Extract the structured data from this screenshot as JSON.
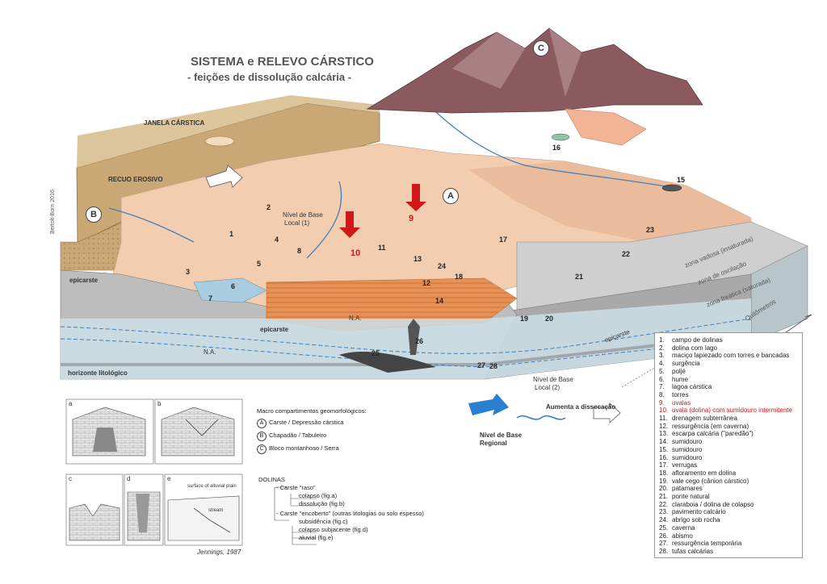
{
  "header": {
    "title": "SISTEMA e RELEVO CÁRSTICO",
    "subtitle": "- feições de dissolução calcária -"
  },
  "diagram_labels": {
    "janela": "JANELA CÁRSTICA",
    "recuo": "RECUO EROSIVO",
    "nivel_base_local_1a": "Nível de Base",
    "nivel_base_local_1b": "Local (1)",
    "epicarste1": "epicarste",
    "epicarste2": "epicarste",
    "epicarste3": "epicarste",
    "na1": "N.A.",
    "na2": "N.A.",
    "horizonte": "horizonte litológico",
    "nivel_base_local_2a": "Nível de Base",
    "nivel_base_local_2b": "Local (2)",
    "nivel_base_regional_a": "Nível de Base",
    "nivel_base_regional_b": "Regional",
    "aumenta": "Aumenta a dissecação",
    "zona_vadosa": "zona vadosa (insaturada)",
    "zona_oscilacao": "zona de oscilação",
    "zona_freatica": "zona freática (saturada)",
    "quilometros": "Quilômetros",
    "credit": "Bertolt-Born 2016",
    "circle_a": "A",
    "circle_b": "B",
    "circle_c": "C",
    "numbers": [
      "1",
      "2",
      "3",
      "4",
      "5",
      "6",
      "7",
      "8",
      "9",
      "10",
      "11",
      "12",
      "13",
      "14",
      "15",
      "16",
      "17",
      "18",
      "19",
      "20",
      "21",
      "22",
      "23",
      "24",
      "25",
      "26",
      "27",
      "28"
    ]
  },
  "legend": {
    "items": [
      {
        "n": "1.",
        "t": "campo de dolinas"
      },
      {
        "n": "2.",
        "t": "dolina com lago"
      },
      {
        "n": "3.",
        "t": "maciço lapiezado com torres e bancadas"
      },
      {
        "n": "4.",
        "t": "surgência"
      },
      {
        "n": "5.",
        "t": "poljé"
      },
      {
        "n": "6.",
        "t": "hume"
      },
      {
        "n": "7.",
        "t": "lagoa cárstica"
      },
      {
        "n": "8.",
        "t": "torres"
      },
      {
        "n": "9.",
        "t": "uvalas",
        "red": true
      },
      {
        "n": "10.",
        "t": "uvala (dolina) com sumidouro intermitente",
        "red": true
      },
      {
        "n": "11.",
        "t": "drenagem subterrânea"
      },
      {
        "n": "12.",
        "t": "ressurgência (em caverna)"
      },
      {
        "n": "13.",
        "t": "escarpa calcária (\"paredão\")"
      },
      {
        "n": "14.",
        "t": "sumidouro"
      },
      {
        "n": "15.",
        "t": "sumidouro"
      },
      {
        "n": "16.",
        "t": "sumidouro"
      },
      {
        "n": "17.",
        "t": "verrugas"
      },
      {
        "n": "18.",
        "t": "afloramento em dolina"
      },
      {
        "n": "19.",
        "t": "vale cego (cânion cárstico)"
      },
      {
        "n": "20.",
        "t": "patamares"
      },
      {
        "n": "21.",
        "t": "ponte natural"
      },
      {
        "n": "22.",
        "t": "claraboia / dolina de colapso"
      },
      {
        "n": "23.",
        "t": "pavimento calcário"
      },
      {
        "n": "24.",
        "t": "abrigo sob rocha"
      },
      {
        "n": "25.",
        "t": "caverna"
      },
      {
        "n": "26.",
        "t": "abismo"
      },
      {
        "n": "27.",
        "t": "ressurgência temporária"
      },
      {
        "n": "28.",
        "t": "tufas calcárias"
      }
    ]
  },
  "macro": {
    "title": "Macro compartimentos geomorfológicos:",
    "items": [
      {
        "letter": "A",
        "label": "Carste / Depressão cárstica"
      },
      {
        "letter": "B",
        "label": "Chapadão / Tabuleiro"
      },
      {
        "letter": "C",
        "label": "Bloco montanhoso / Serra"
      }
    ]
  },
  "dolinas": {
    "title": "DOLINAS",
    "raso": "- Carste \"raso\"",
    "raso_items": [
      "colapso (fig.a)",
      "dissolução (fig.b)"
    ],
    "encoberto": "- Carste \"encoberto\" (outras litologias ou solo espesso)",
    "encoberto_items": [
      "subsidência (fig.c)",
      "colapso subjacente (fig.d)",
      "aluvial (fig.e)"
    ]
  },
  "figures": {
    "letters": [
      "a",
      "b",
      "c",
      "d",
      "e"
    ],
    "alluvial": "surface of alluvial plain",
    "stream": "stream",
    "credit": "Jennings, 1987"
  },
  "colors": {
    "plateau": "#c9a876",
    "depression": "#f3cdb0",
    "mountain": "#8a5a5e",
    "limestone_gray": "#bdbdbd",
    "water": "#a9cde0",
    "orange_rock": "#e0894a",
    "accent_red": "#d01818"
  }
}
